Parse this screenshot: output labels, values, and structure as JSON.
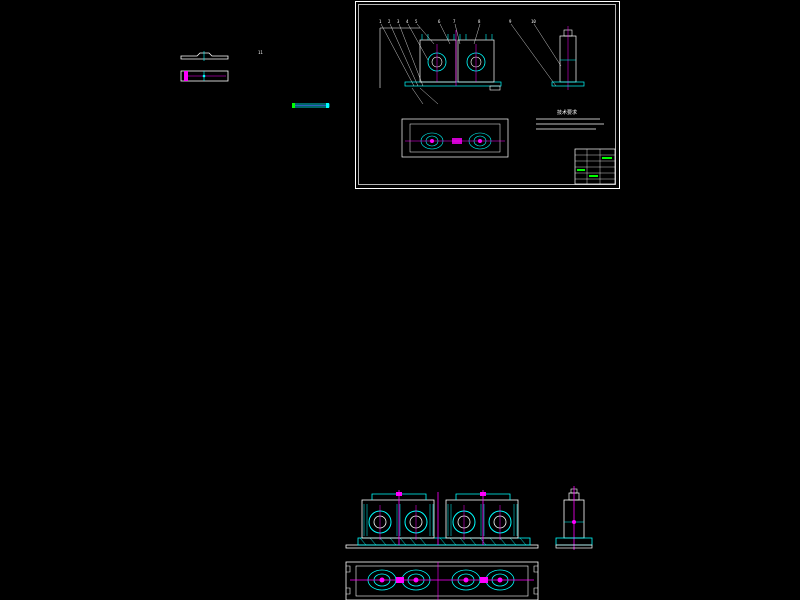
{
  "canvas": {
    "background": "#000000"
  },
  "colors": {
    "frame": "#ffffff",
    "outline": "#ffffff",
    "hatch": "#00ffff",
    "center_line": "#ff00ff",
    "accent_green": "#00ff00",
    "accent_blue": "#3f7fff"
  },
  "loose_parts": {
    "dim_label": "11"
  },
  "sheet": {
    "technical_requirements_title": "技术要求",
    "balloons_front": [
      "1",
      "2",
      "3",
      "4",
      "5",
      "6",
      "7",
      "8"
    ],
    "balloons_side": [
      "9",
      "10"
    ]
  }
}
